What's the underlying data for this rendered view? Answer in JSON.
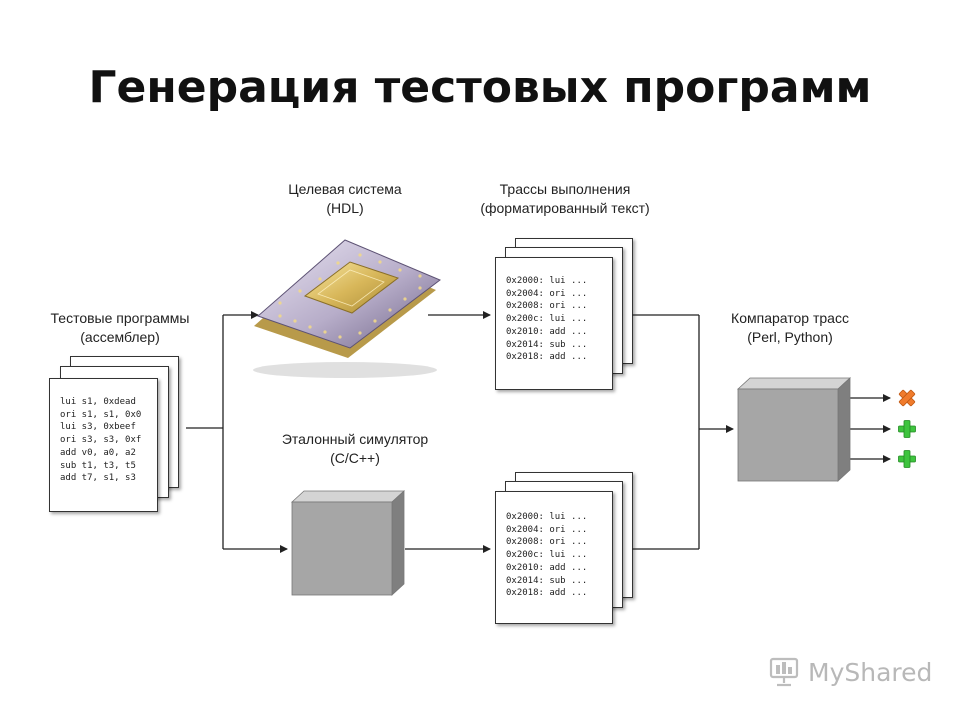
{
  "title": "Генерация тестовых программ",
  "labels": {
    "test_programs": [
      "Тестовые программы",
      "(ассемблер)"
    ],
    "target_system": [
      "Целевая система",
      "(HDL)"
    ],
    "traces": [
      "Трассы выполнения",
      "(форматированный текст)"
    ],
    "reference_sim": [
      "Эталонный симулятор",
      "(C/C++)"
    ],
    "comparator": [
      "Компаратор трасс",
      "(Perl, Python)"
    ]
  },
  "asm_code": [
    "lui s1, 0xdead",
    "ori s1, s1, 0x0",
    "lui s3, 0xbeef",
    "ori s3, s3, 0xf",
    "add v0, a0, a2",
    "sub t1, t3, t5",
    "add t7, s1, s3"
  ],
  "trace_top": [
    "0x2000: lui ...",
    "0x2004: ori ...",
    "0x2008: ori ...",
    "0x200c: lui ...",
    "0x2010: add ...",
    "0x2014: sub ...",
    "0x2018: add ..."
  ],
  "trace_bottom": [
    "0x2000: lui ...",
    "0x2004: ori ...",
    "0x2008: ori ...",
    "0x200c: lui ...",
    "0x2010: add ...",
    "0x2014: sub ...",
    "0x2018: add ..."
  ],
  "results": [
    "fail-icon",
    "pass-icon",
    "pass-icon"
  ],
  "colors": {
    "box_front": "#a6a6a6",
    "box_top": "#d4d4d4",
    "box_side": "#7f7f7f",
    "fail": "#f07b2c",
    "pass": "#3fc43f"
  },
  "watermark": "MyShared"
}
